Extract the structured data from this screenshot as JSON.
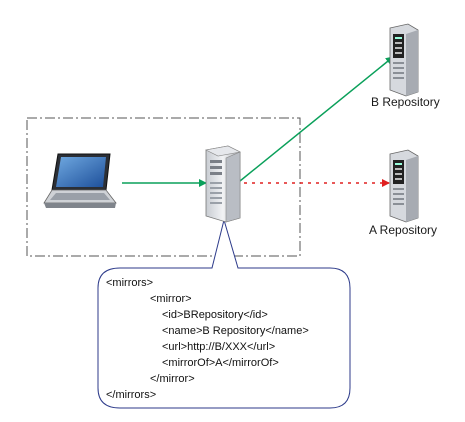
{
  "nodes": {
    "repo_b_label": "B Repository",
    "repo_a_label": "A Repository"
  },
  "edges": {
    "laptop_to_proxy_color": "#0aa05a",
    "proxy_to_b_color": "#0aa05a",
    "proxy_to_a_color": "#e02020",
    "proxy_to_a_style": "dotted"
  },
  "callout": {
    "lines": [
      "<mirrors>",
      "<mirror>",
      "<id>BRepository</id>",
      "<name>B Repository</name>",
      "<url>http://B/XXX</url>",
      "<mirrorOf>A</mirrorOf>",
      "</mirror>",
      "</mirrors>"
    ]
  },
  "icons": {
    "laptop": "laptop-icon",
    "proxy_server": "server-tower-icon",
    "repo_b": "server-rack-icon",
    "repo_a": "server-rack-icon"
  }
}
